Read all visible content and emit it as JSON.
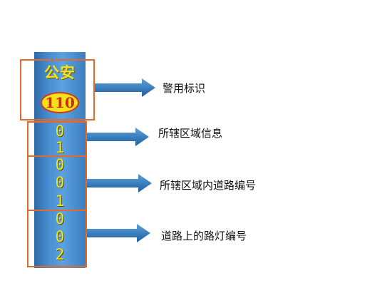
{
  "post": {
    "police_text": "公安",
    "badge_text": "110",
    "digits": [
      "0",
      "1",
      "0",
      "0",
      "1",
      "0",
      "0",
      "2"
    ]
  },
  "labels": {
    "police_mark": "警用标识",
    "district_info": "所辖区域信息",
    "road_number": "所辖区域内道路编号",
    "lamp_number": "道路上的路灯编号"
  },
  "colors": {
    "post_blue": "#4a8fd0",
    "digit_yellow": "#f5e21a",
    "frame_orange": "#e56a2a",
    "arrow_blue": "#2f79b8"
  }
}
